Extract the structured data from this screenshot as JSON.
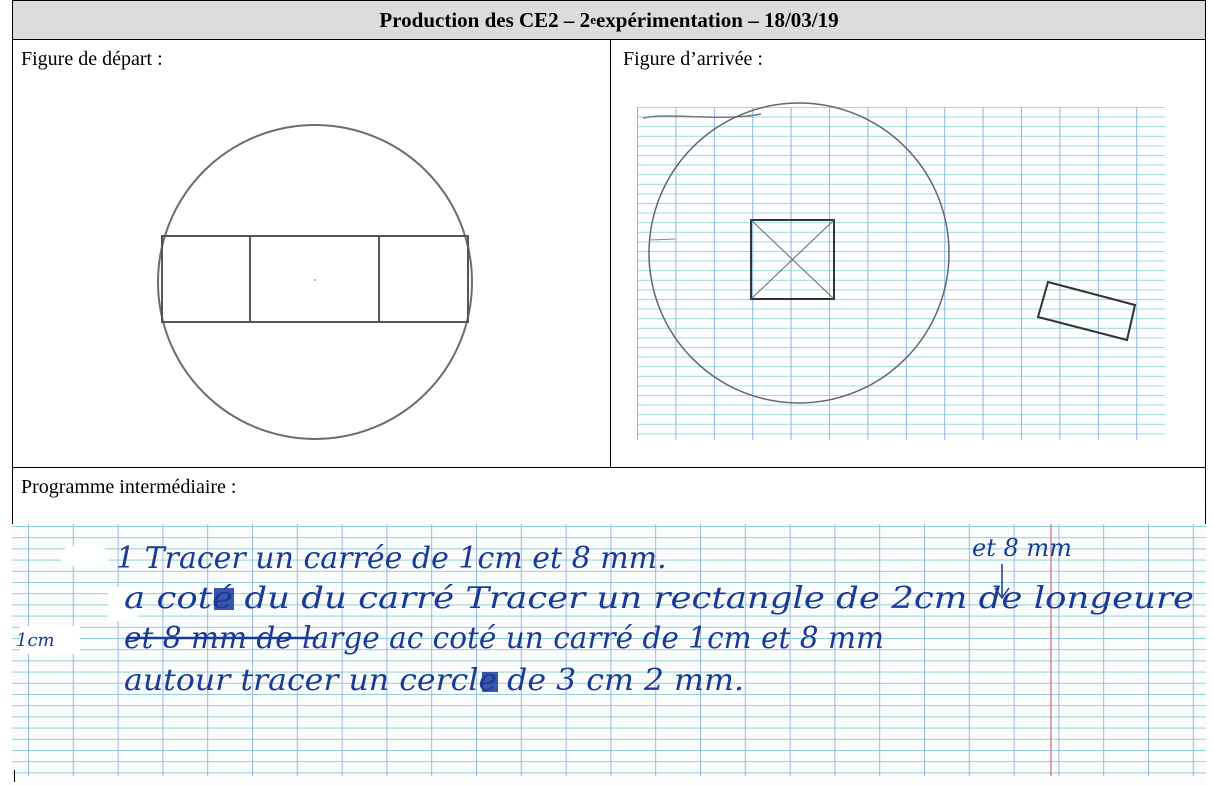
{
  "header": {
    "title_pre": "Production des CE2 – 2",
    "title_sup": "e",
    "title_post": " expérimentation – 18/03/19"
  },
  "left_cell": {
    "label": "Figure de départ :"
  },
  "right_cell": {
    "label": "Figure d’arrivée :"
  },
  "program": {
    "label": "Programme intermédiaire :",
    "annotation_top": "et 8 mm",
    "margin_note": "1cm",
    "lines": [
      "1 Tracer un carrée de 1cm et 8 mm.",
      "a coté du du carré Tracer un rectangle de 2cm de longeure",
      "et 8 mm de large ac coté un carré de 1cm et 8 mm",
      "autour tracer un cercle de 3 cm 2 mm."
    ]
  }
}
